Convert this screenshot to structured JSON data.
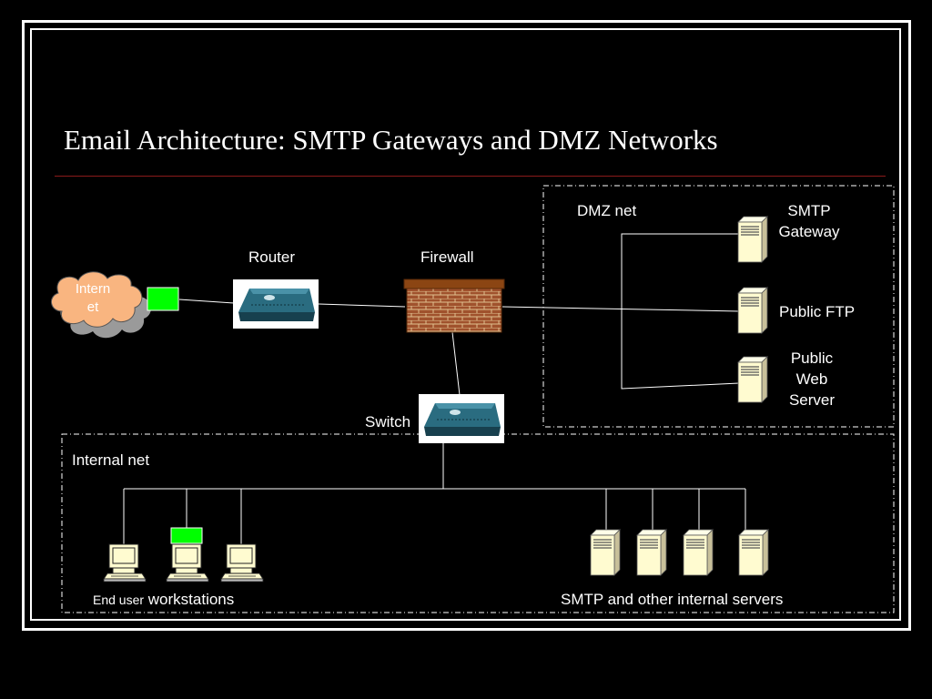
{
  "slide": {
    "title": "Email Architecture: SMTP Gateways and DMZ Networks"
  },
  "labels": {
    "internet_line1": "Intern",
    "internet_line2": "et",
    "router": "Router",
    "firewall": "Firewall",
    "switch": "Switch",
    "dmz_net": "DMZ net",
    "smtp_gateway_line1": "SMTP",
    "smtp_gateway_line2": "Gateway",
    "public_ftp": "Public FTP",
    "public_web_line1": "Public",
    "public_web_line2": "Web",
    "public_web_line3": "Server",
    "internal_net": "Internal net",
    "end_user_small": "End user",
    "workstations": "workstations",
    "internal_servers": "SMTP and other internal servers"
  },
  "colors": {
    "background": "#000000",
    "text": "#ffffff",
    "title_rule": "#8b1a1a",
    "cloud": "#f9b580",
    "green_box": "#00ff00",
    "server": "#fffbd0",
    "brick": "#a0522d",
    "device": "#1f5f73"
  }
}
